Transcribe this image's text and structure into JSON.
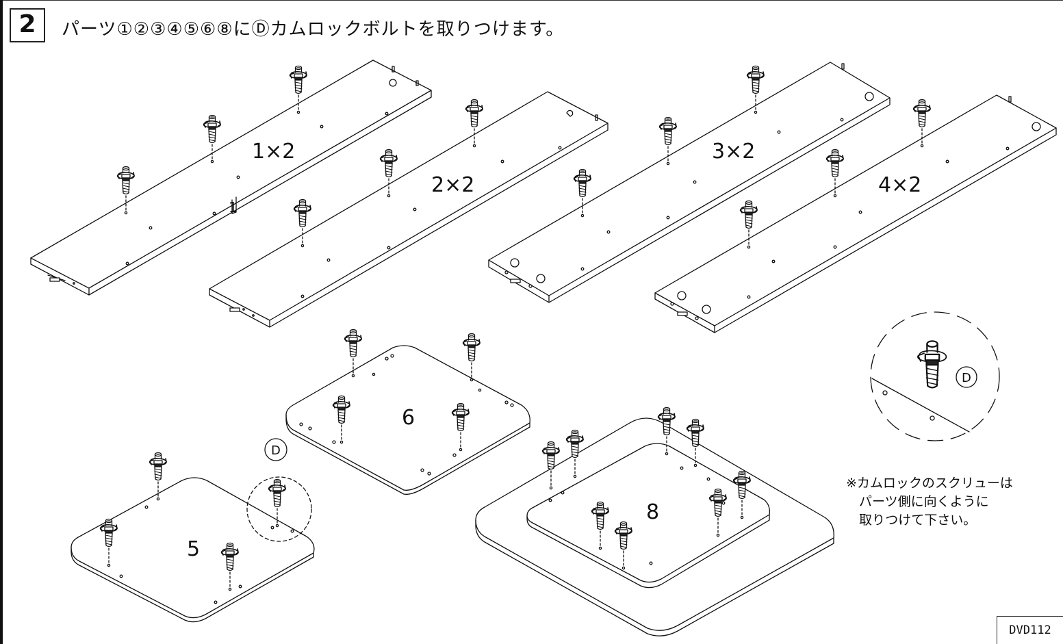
{
  "step_number": "2",
  "instruction": "パーツ①②③④⑤⑥⑧にⒹカムロックボルトを取りつけます。",
  "panels": [
    {
      "label": "1×2"
    },
    {
      "label": "2×2"
    },
    {
      "label": "3×2"
    },
    {
      "label": "4×2"
    },
    {
      "label": "6"
    },
    {
      "label": "5"
    },
    {
      "label": "8"
    }
  ],
  "part_marker": "1",
  "callout_letter": "D",
  "note_lines": [
    "※カムロックのスクリューは",
    "　パーツ側に向くように",
    "　取りつけて下さい。"
  ],
  "model_code": "DVD112",
  "icons": [
    "cam-lock-bolt-icon",
    "rotation-arrow-icon"
  ]
}
